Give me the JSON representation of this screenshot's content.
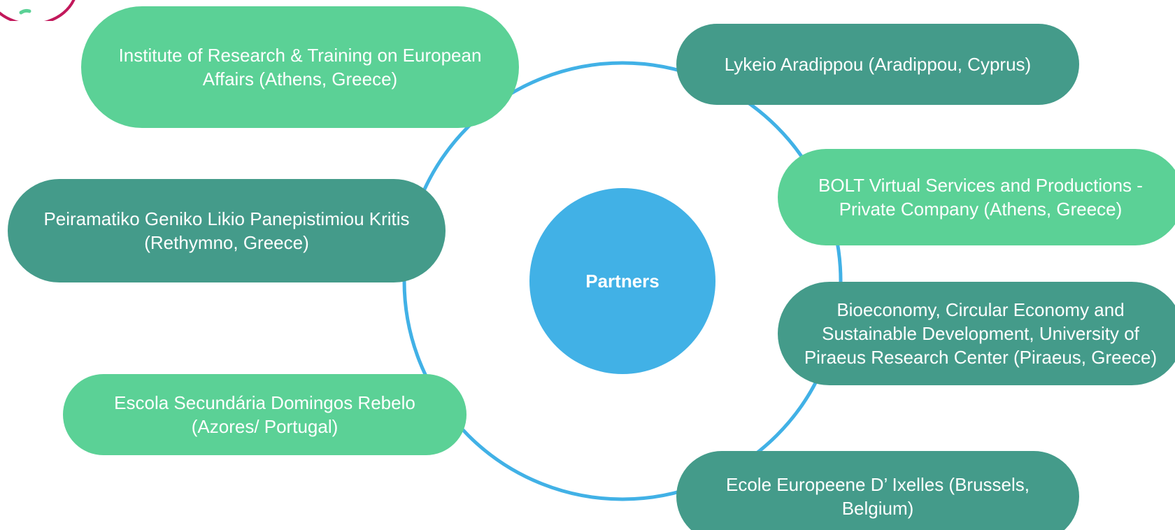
{
  "diagram": {
    "center_label": "Partners",
    "colors": {
      "ring": "#41b1e6",
      "center": "#41b1e6",
      "pill_light": "#5bd196",
      "pill_dark": "#449b8a",
      "text": "#ffffff",
      "logo_accent": "#c2185b"
    },
    "partners": [
      {
        "label": "Institute of Research & Training on European Affairs (Athens, Greece)",
        "shade": "light"
      },
      {
        "label": "Lykeio Aradippou (Aradippou, Cyprus)",
        "shade": "dark"
      },
      {
        "label": "BOLT Virtual Services and Productions - Private Company (Athens, Greece)",
        "shade": "light"
      },
      {
        "label": "Peiramatiko Geniko Likio Panepistimiou Kritis (Rethymno, Greece)",
        "shade": "dark"
      },
      {
        "label": "Bioeconomy, Circular Economy and Sustainable Development, University of Piraeus Research Center (Piraeus, Greece)",
        "shade": "dark"
      },
      {
        "label": "Escola Secundária Domingos Rebelo (Azores/ Portugal)",
        "shade": "light"
      },
      {
        "label": "Ecole Europeene D’ Ixelles (Brussels, Belgium)",
        "shade": "dark"
      }
    ]
  }
}
